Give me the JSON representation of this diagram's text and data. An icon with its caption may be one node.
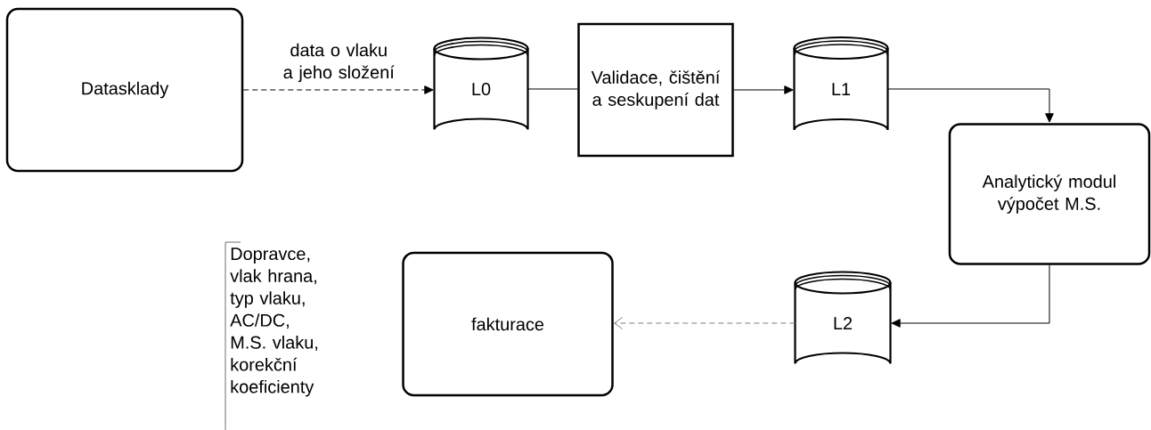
{
  "diagram": {
    "nodes": [
      {
        "text": [
          "Datasklady"
        ]
      },
      {
        "text": [
          "L0"
        ]
      },
      {
        "text": [
          "Validace, čištění a seskupení dat"
        ]
      },
      {
        "text": [
          "L1"
        ]
      },
      {
        "text": [
          "Analytický modul výpočet M.S."
        ]
      },
      {
        "text": [
          "L2"
        ]
      },
      {
        "text": [
          "fakturace"
        ]
      }
    ],
    "edges": [
      {
        "from": 0,
        "to": 1,
        "arrow": "to",
        "style": "dashed",
        "label": "data o vlaku a jeho složení"
      },
      {
        "from": 1,
        "to": 2,
        "arrow": "none"
      },
      {
        "from": 2,
        "to": 3,
        "arrow": "to"
      },
      {
        "from": 3,
        "to": 4,
        "arrow": "to"
      },
      {
        "from": 4,
        "to": 5,
        "arrow": "to"
      },
      {
        "from": 5,
        "to": 6,
        "arrow": "to",
        "style": "dashed",
        "color": "#808080"
      }
    ],
    "labels": [
      "Dopravce, vlak hrana, typ vlaku, AC/DC, M.S. vlaku, korekční koeficienty"
    ]
  }
}
